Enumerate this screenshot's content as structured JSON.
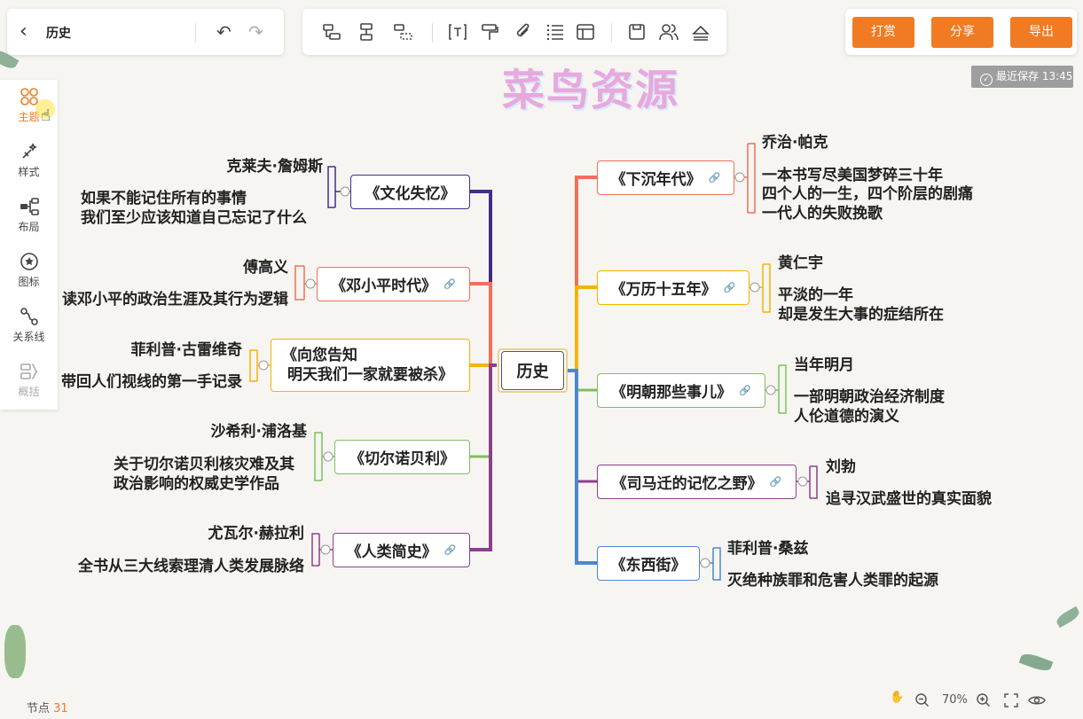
{
  "doc": {
    "title": "历史"
  },
  "right_bar": {
    "reward": "打赏",
    "share": "分享",
    "export": "导出"
  },
  "saved": {
    "text": "最近保存 13:45"
  },
  "watermark": {
    "text": "菜鸟资源"
  },
  "sidebar": {
    "items": [
      {
        "label": "主题",
        "icon": "theme-icon",
        "active": true
      },
      {
        "label": "样式",
        "icon": "style-icon"
      },
      {
        "label": "布局",
        "icon": "layout-icon"
      },
      {
        "label": "图标",
        "icon": "sticker-icon"
      },
      {
        "label": "关系线",
        "icon": "relation-icon"
      },
      {
        "label": "概括",
        "icon": "summary-icon"
      }
    ]
  },
  "map": {
    "root": "历史",
    "left": [
      {
        "title": "《文化失忆》",
        "color": "#3f2f8c",
        "details": [
          "克莱夫·詹姆斯",
          "如果不能记住所有的事情",
          "我们至少应该知道自己忘记了什么"
        ]
      },
      {
        "title": "《邓小平时代》",
        "color": "#f07058",
        "details": [
          "傅高义",
          "读邓小平的政治生涯及其行为逻辑"
        ]
      },
      {
        "title": "《向您告知",
        "title2": "明天我们一家就要被杀》",
        "color": "#f4b400",
        "details": [
          "菲利普·古雷维奇",
          "带回人们视线的第一手记录"
        ]
      },
      {
        "title": "《切尔诺贝利》",
        "color": "#7ec060",
        "details": [
          "沙希利·浦洛基",
          "关于切尔诺贝利核灾难及其",
          "政治影响的权威史学作品"
        ]
      },
      {
        "title": "《人类简史》",
        "color": "#8d3f8c",
        "details": [
          "尤瓦尔·赫拉利",
          "全书从三大线索理清人类发展脉络"
        ]
      }
    ],
    "right": [
      {
        "title": "《下沉年代》",
        "color": "#f07058",
        "details": [
          "乔治·帕克",
          "一本书写尽美国梦碎三十年",
          "四个人的一生，四个阶层的剧痛",
          "一代人的失败挽歌"
        ]
      },
      {
        "title": "《万历十五年》",
        "color": "#f4b400",
        "details": [
          "黄仁宇",
          "平淡的一年",
          "却是发生大事的症结所在"
        ]
      },
      {
        "title": "《明朝那些事儿》",
        "color": "#7ec060",
        "details": [
          "当年明月",
          "一部明朝政治经济制度",
          "人伦道德的演义"
        ]
      },
      {
        "title": "《司马迁的记忆之野》",
        "color": "#8d3f8c",
        "details": [
          "刘勃",
          "追寻汉武盛世的真实面貌"
        ]
      },
      {
        "title": "《东西街》",
        "color": "#4a88d0",
        "details": [
          "菲利普·桑兹",
          "灭绝种族罪和危害人类罪的起源"
        ]
      }
    ]
  },
  "footer": {
    "pages_label": "节点",
    "pages_count": "31",
    "zoom": "70%"
  }
}
